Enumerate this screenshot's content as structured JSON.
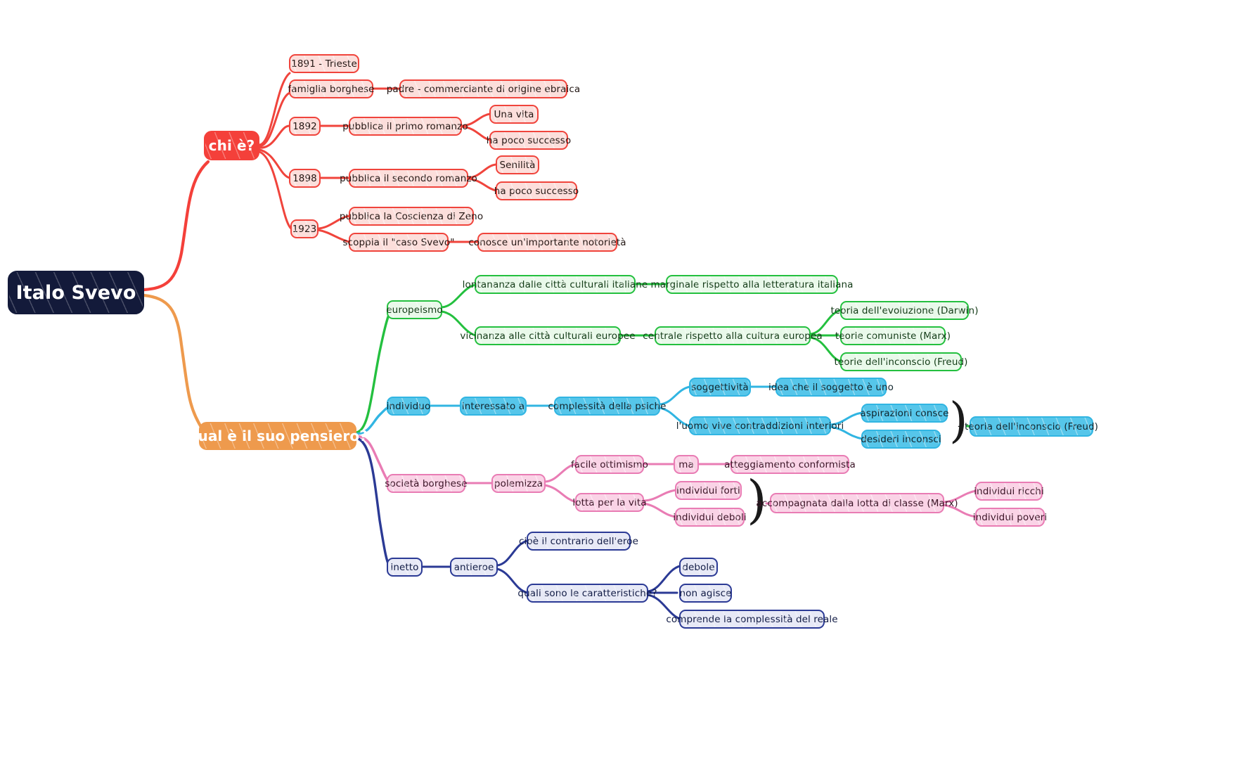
{
  "diagram": {
    "title": "Italo Svevo",
    "type": "mind-map",
    "root": {
      "label": "Italo Svevo",
      "color": "#131A3A"
    },
    "branches": [
      {
        "id": "chi-e",
        "label": "chi è?",
        "color": "#F4403A",
        "nodes": {
          "n1891": "1891 - Trieste",
          "famiglia": "famiglia borghese",
          "padre": "padre - commerciante di origine ebraica",
          "n1892": "1892",
          "primo_romanzo": "pubblica il primo romanzo",
          "una_vita": "Una vita",
          "poco_successo_1": "ha poco successo",
          "n1898": "1898",
          "secondo_romanzo": "pubblica il secondo romanzo",
          "senilita": "Senilità",
          "poco_successo_2": "ha poco successo",
          "n1923": "1923",
          "coscienza": "pubblica la Coscienza di Zeno",
          "caso_svevo": "scoppia il \"caso Svevo\"",
          "notorieta": "conosce un'importante notorietà"
        }
      },
      {
        "id": "pensiero",
        "label": "qual è il suo pensiero?",
        "color": "#EE9A4D",
        "sub": {
          "europeismo": {
            "label": "europeismo",
            "color": "#24C03F",
            "nodes": {
              "lontananza": "lontananza dalle città culturali italiane",
              "marginale": "marginale rispetto alla letteratura italiana",
              "vicinanza": "vicinanza alle città culturali europee",
              "centrale": "centrale rispetto alla cultura europea",
              "darwin": "teoria dell'evoluzione (Darwin)",
              "marx": "teorie comuniste (Marx)",
              "freud": "teorie dell'inconscio (Freud)"
            }
          },
          "individuo": {
            "label": "individuo",
            "color": "#31B5E2",
            "nodes": {
              "interessato": "interessato a",
              "complessita": "complessità della psiche",
              "soggettivita": "soggettività",
              "soggetto_uno": "idea che il soggetto è uno",
              "contraddizioni": "l'uomo vive contraddizioni interiori",
              "aspirazioni": "aspirazioni consce",
              "desideri": "desideri inconsci",
              "freud2": "teoria dell'inconscio (Freud)"
            }
          },
          "societa": {
            "label": "società borghese",
            "color": "#E97CB4",
            "nodes": {
              "polemizza": "polemizza",
              "ottimismo": "facile ottimismo",
              "ma": "ma",
              "conformista": "atteggiamento conformista",
              "lotta": "lotta per la vita",
              "forti": "individui forti",
              "deboli": "individui deboli",
              "lotta_classe": "accompagnata dalla lotta di classe (Marx)",
              "ricchi": "individui ricchi",
              "poveri": "individui poveri"
            }
          },
          "inetto": {
            "label": "inetto",
            "color": "#2B3A95",
            "nodes": {
              "antieroe": "antieroe",
              "contrario": "cioè il contrario dell'eroe",
              "caratteristiche": "quali sono le caratteristiche?",
              "debole": "debole",
              "non_agisce": "non agisce",
              "comprende": "comprende la complessità del reale"
            }
          }
        }
      }
    ],
    "connectors": {
      "equals_dash": "–"
    }
  }
}
